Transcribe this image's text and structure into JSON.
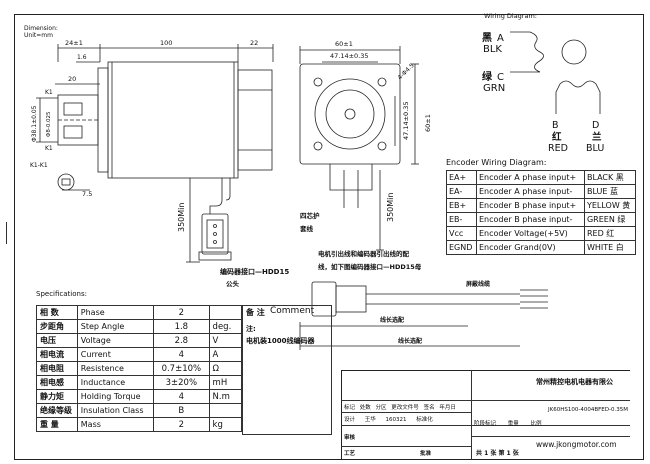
{
  "dimension_note": {
    "line1": "Dimension:",
    "line2": "Unit=mm"
  },
  "front_view": {
    "dim_24": "24±1",
    "dim_100": "100",
    "dim_22": "22",
    "dim_16": "1.6",
    "dim_20": "20",
    "dim_shaft": "Φ38.1±0.05",
    "dim_8": "Φ8-0.025",
    "k1_top": "K1",
    "k1_bottom": "K1",
    "section_label": "K1-K1",
    "dim_75": "7.5",
    "dim_350": "350Min"
  },
  "side_view": {
    "dim_60": "60±1",
    "dim_4714_top": "47.14±0.35",
    "dim_holes": "4-Φ4.5",
    "dim_4714_side": "47.14±0.35",
    "dim_60_side": "60±1",
    "dim_350": "350Min",
    "label_cable": "四芯护",
    "label_jacket": "套线"
  },
  "wiring": {
    "title": "Wiring Diagram:",
    "a_cn": "黑",
    "a_letter": "A",
    "a_en": "BLK",
    "c_cn": "绿",
    "c_letter": "C",
    "c_en": "GRN",
    "b_letter": "B",
    "b_cn": "红",
    "b_en": "RED",
    "d_letter": "D",
    "d_cn": "兰",
    "d_en": "BLU"
  },
  "encoder": {
    "title": "Encoder Wiring Diagram:",
    "rows": [
      {
        "pin": "EA+",
        "desc": "Encoder A phase input+",
        "color": "BLACK 黑"
      },
      {
        "pin": "EA-",
        "desc": "Encoder A phase input-",
        "color": "BLUE 蓝"
      },
      {
        "pin": "EB+",
        "desc": "Encoder B phase input+",
        "color": "YELLOW 黄"
      },
      {
        "pin": "EB-",
        "desc": "Encoder B phase input-",
        "color": "GREEN 绿"
      },
      {
        "pin": "Vcc",
        "desc": "Encoder Voltage(+5V)",
        "color": "RED 红"
      },
      {
        "pin": "EGND",
        "desc": "Encoder Grand(0V)",
        "color": "WHITE 白"
      }
    ]
  },
  "connector": {
    "label": "编码器接口—HDD15",
    "male": "公头",
    "cable_note_1": "电机引出线和编码器引出线的配",
    "cable_note_2": "线，如下图编码器接口—HDD15母",
    "shield": "屏蔽线缆",
    "len_1": "线长选配",
    "len_2": "线长选配"
  },
  "specs": {
    "title": "Specifications:",
    "rows": [
      {
        "cn": "相  数",
        "en": "Phase",
        "val": "2",
        "unit": ""
      },
      {
        "cn": "步距角",
        "en": "Step Angle",
        "val": "1.8",
        "unit": "deg."
      },
      {
        "cn": "电压",
        "en": "Voltage",
        "val": "2.8",
        "unit": "V"
      },
      {
        "cn": "相电流",
        "en": "Current",
        "val": "4",
        "unit": "A"
      },
      {
        "cn": "相电阻",
        "en": "Resistence",
        "val": "0.7±10%",
        "unit": "Ω"
      },
      {
        "cn": "相电感",
        "en": "Inductance",
        "val": "3±20%",
        "unit": "mH"
      },
      {
        "cn": "静力矩",
        "en": "Holding Torque",
        "val": "4",
        "unit": "N.m"
      },
      {
        "cn": "绝缘等级",
        "en": "Insulation Class",
        "val": "B",
        "unit": ""
      },
      {
        "cn": "重  量",
        "en": "Mass",
        "val": "2",
        "unit": "kg"
      }
    ],
    "comment_cn": "备 注",
    "comment_en": "Comment",
    "note_label": "注:",
    "note_text": "电机装1000线编码器"
  },
  "title_block": {
    "company": "常州精控电机电器有限公",
    "model": "JK60HS100-4004BFED-0.35M",
    "website": "www.jkongmotor.com",
    "row_marks": [
      "标记",
      "处数",
      "分区",
      "更改文件号",
      "签名",
      "年月日"
    ],
    "row_design": [
      "设计",
      "王华",
      "160321",
      "标准化"
    ],
    "stage": [
      "阶段标记",
      "重量",
      "比例"
    ],
    "audit": "审核",
    "craft": "工艺",
    "approve": "批准",
    "sheet_info": "共 1 张  第 1 张"
  }
}
